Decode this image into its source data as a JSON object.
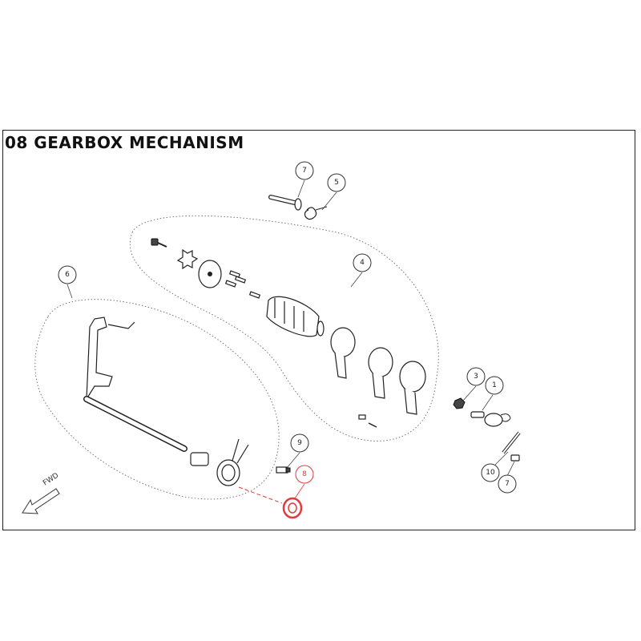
{
  "title": "08 GEARBOX MECHANISM",
  "direction_label": "FWD",
  "highlight_color": "#e23b3b",
  "callouts": [
    {
      "id": "c7a",
      "label": "7"
    },
    {
      "id": "c5",
      "label": "5"
    },
    {
      "id": "c4",
      "label": "4"
    },
    {
      "id": "c6",
      "label": "6"
    },
    {
      "id": "c3",
      "label": "3"
    },
    {
      "id": "c1",
      "label": "1"
    },
    {
      "id": "c9",
      "label": "9"
    },
    {
      "id": "c8",
      "label": "8",
      "highlighted": true
    },
    {
      "id": "c10",
      "label": "10"
    },
    {
      "id": "c7b",
      "label": "7"
    }
  ]
}
